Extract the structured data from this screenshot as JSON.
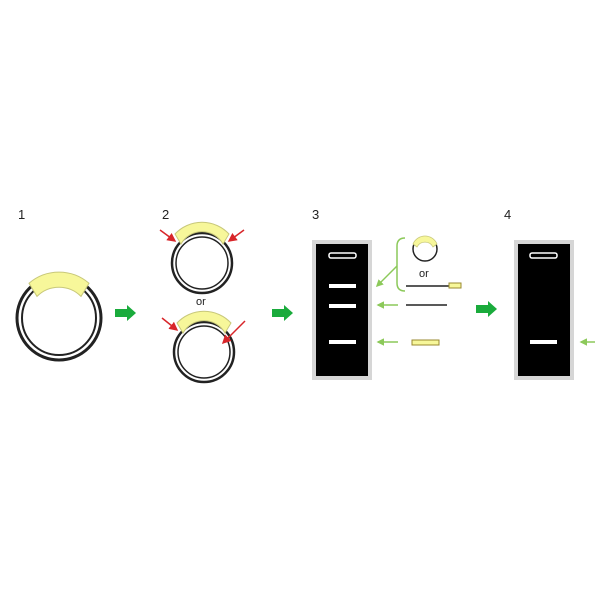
{
  "diagram": {
    "steps": [
      {
        "number": "1"
      },
      {
        "number": "2"
      },
      {
        "number": "3"
      },
      {
        "number": "4"
      }
    ],
    "or_label": "or"
  },
  "colors": {
    "insert_fill": "#f7f79a",
    "insert_stroke": "#c8c87a",
    "process_arrow": "#1aab3c",
    "band_arrow": "#8cc95a",
    "cut_arrow": "#d8262a",
    "gel_background": "#000000",
    "gel_frame": "#d6d6d6",
    "gel_band": "#ffffff",
    "plasmid_ring": "#222222"
  },
  "icons": [
    "plasmid-with-insert-icon",
    "restriction-cut-icon",
    "gel-electrophoresis-icon",
    "linear-dna-icon",
    "process-arrow-icon"
  ]
}
